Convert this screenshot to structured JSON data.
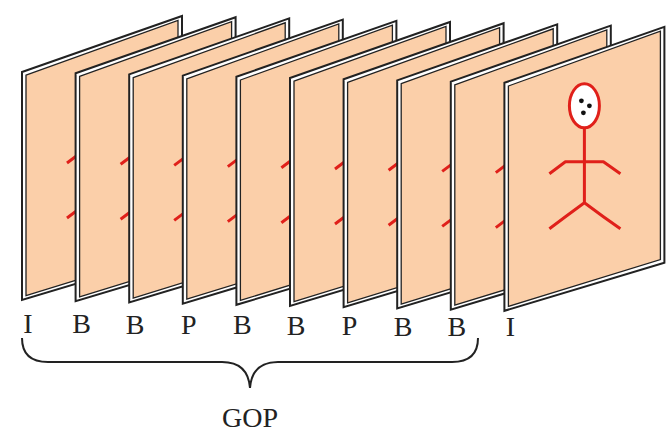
{
  "diagram": {
    "labels": [
      "I",
      "B",
      "B",
      "P",
      "B",
      "B",
      "P",
      "B",
      "B",
      "I",
      "GOP"
    ]
  }
}
